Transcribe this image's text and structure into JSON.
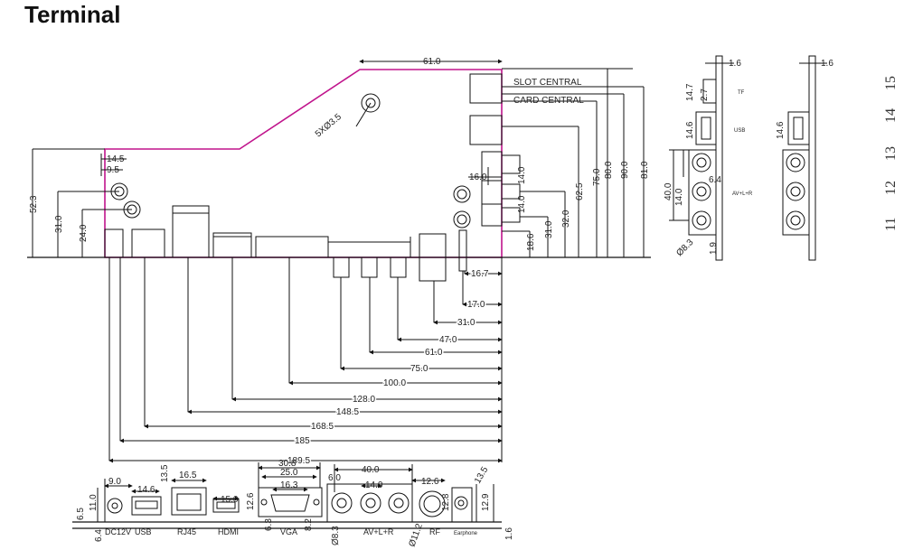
{
  "title": "Terminal",
  "colors": {
    "outline": "#c0148c",
    "line": "#111111",
    "dim": "#333333"
  },
  "top_view": {
    "dims": {
      "d61_top": "61.0",
      "slot": "SLOT  CENTRAL",
      "card": "CARD  CENTRAL",
      "holes": "5XØ3.5",
      "d14_5": "14.5",
      "d9_5": "9.5",
      "d52_3": "52.3",
      "d31_left": "31.0",
      "d24": "24.0",
      "d16": "16.0",
      "d14a": "14.0",
      "d14b": "14.0",
      "d18_6": "18.6",
      "d31_right": "31.0",
      "d32": "32.0",
      "d62_5": "62.5",
      "d75": "75.0",
      "d80": "80.0",
      "d90": "90.0",
      "d81": "81.0"
    },
    "bottom_dims": [
      "16.7",
      "17.0",
      "31.0",
      "47.0",
      "61.0",
      "75.0",
      "100.0",
      "128.0",
      "148.5",
      "168.5",
      "185",
      "189.5"
    ]
  },
  "front_view": {
    "dims": {
      "d9": "9.0",
      "d13_5": "13.5",
      "d16_5": "16.5",
      "d30_8": "30.8",
      "d25": "25.0",
      "d16_3": "16.3",
      "d6": "6.0",
      "d40": "40.0",
      "d12_6a": "12.6",
      "d13_5b": "13.5",
      "d6_5": "6.5",
      "d11": "11.0",
      "d6_4": "6.4",
      "d14_6": "14.6",
      "d15": "15.0",
      "d12_6b": "12.6",
      "d6_3": "6.3",
      "d8_2": "8.2",
      "d14": "14.0",
      "d8_3": "Ø8.3",
      "d11_2": "Ø11.2",
      "d12_8": "12.8",
      "d12_9": "12.9",
      "d1_6": "1.6"
    },
    "labels": [
      "DC12V",
      "USB",
      "RJ45",
      "HDMI",
      "VGA",
      "AV+L+R",
      "RF",
      "Earphone"
    ]
  },
  "side_view": {
    "dims": {
      "d1_6a": "1.6",
      "d14_7": "14.7",
      "d2_7": "2.7",
      "d14_6": "14.6",
      "d40": "40.0",
      "d14": "14.0",
      "d6_4": "6.4",
      "d8_3": "Ø8.3",
      "d1_9": "1.9",
      "d1_6b": "1.6",
      "d14_6b": "14.6"
    },
    "labels": {
      "tf": "TF",
      "usb": "USB",
      "av": "AV+L+R"
    }
  },
  "pin_numbers": [
    "15",
    "14",
    "13",
    "12",
    "11"
  ]
}
